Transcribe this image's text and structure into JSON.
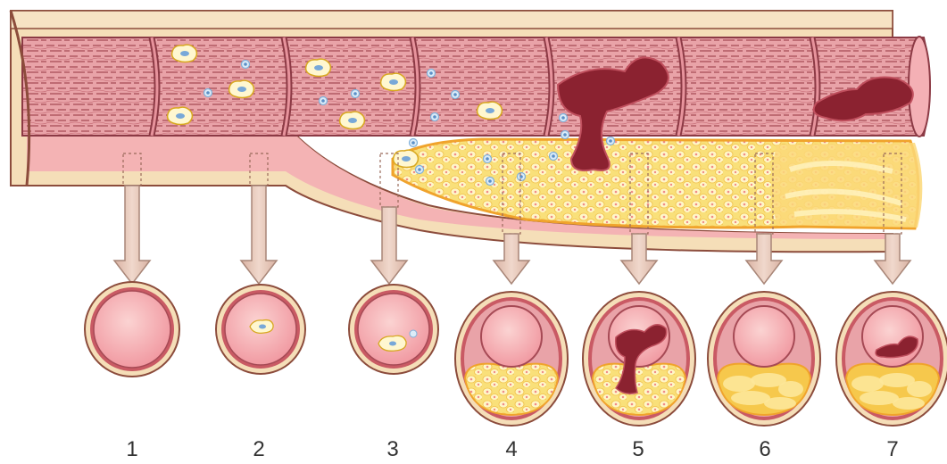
{
  "stages": [
    {
      "label": "1"
    },
    {
      "label": "2"
    },
    {
      "label": "3"
    },
    {
      "label": "4"
    },
    {
      "label": "5"
    },
    {
      "label": "6"
    },
    {
      "label": "7"
    }
  ],
  "colors": {
    "vessel_wall": "#f2c7c3",
    "vessel_wall_dark": "#c95a64",
    "muscle_stripe": "#a64a55",
    "lumen": "#f4aeb2",
    "adventitia": "#f5deb8",
    "plaque": "#f8dc6e",
    "plaque_light": "#fdf3b8",
    "plaque_edge": "#f0a32c",
    "thrombus": "#8b2230",
    "arrow": "#e2c3b4",
    "arrow_stroke": "#a88678",
    "monocyte": "#9ec8e8"
  }
}
